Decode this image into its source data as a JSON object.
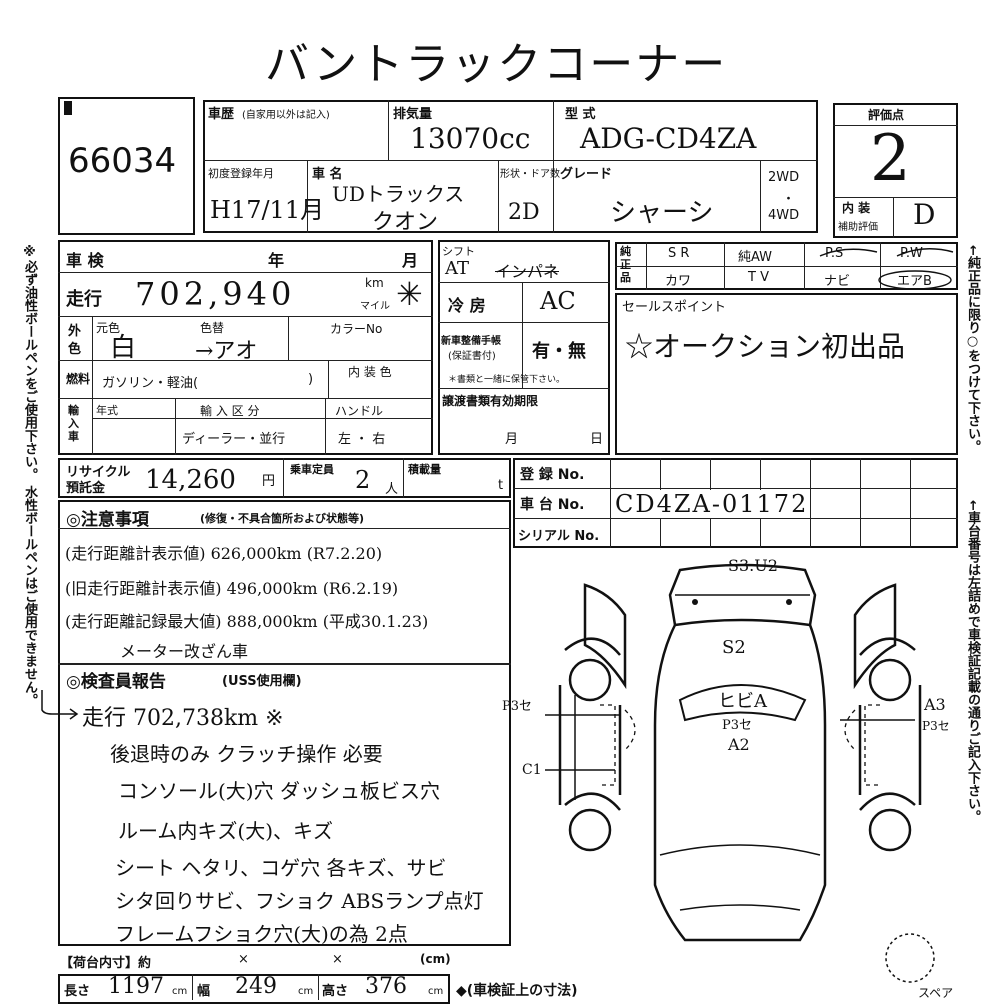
{
  "header": {
    "title": "バントラックコーナー",
    "lot_number": "66034"
  },
  "history": {
    "label": "車歴",
    "note": "(自家用以外は記入)"
  },
  "displacement": {
    "label": "排気量",
    "value": "13070cc"
  },
  "model_type": {
    "label": "型 式",
    "value": "ADG-CD4ZA"
  },
  "score": {
    "label": "評価点",
    "value": "2"
  },
  "first_reg": {
    "label": "初度登録年月",
    "value": "H17/11月"
  },
  "car_name": {
    "label": "車 名",
    "maker": "UDトラックス",
    "model": "クオン"
  },
  "doors": {
    "label": "形状・ドア数",
    "value": "2D"
  },
  "grade": {
    "label": "グレード",
    "value": "シャーシ"
  },
  "drive": {
    "opt1": "2WD",
    "sep": "・",
    "opt2": "4WD"
  },
  "interior": {
    "label": "内 装",
    "sublabel": "補助評価",
    "value": "D"
  },
  "inspection": {
    "label": "車 検",
    "year": "年",
    "month": "月"
  },
  "mileage": {
    "label": "走行",
    "value": "702,940",
    "unit_km": "km",
    "unit_mile": "マイル"
  },
  "shift": {
    "label": "シフト",
    "value": "AT",
    "struck": "インパネ"
  },
  "aircon": {
    "label": "冷 房",
    "value": "AC"
  },
  "manual": {
    "label1": "新車整備手帳",
    "label2": "(保証書付)",
    "value": "有・無",
    "note": "＊書類と一緒に保管下さい。"
  },
  "color": {
    "label1": "外",
    "label2": "色",
    "orig_label": "元色",
    "change_label": "色替",
    "orig": "白",
    "new": "→アオ",
    "code_label": "カラーNo"
  },
  "options": {
    "label": "純正品",
    "row1": [
      "S R",
      "純AW",
      "P.S",
      "P.W"
    ],
    "row2": [
      "カワ",
      "T V",
      "ナビ",
      "エアB"
    ]
  },
  "fuel": {
    "label": "燃料",
    "value": "ガソリン・軽油(",
    "close": ")",
    "interior_color": "内 装 色"
  },
  "sales": {
    "label": "セールスポイント",
    "value": "☆オークション初出品"
  },
  "import": {
    "label": "輸入車",
    "year": "年式",
    "type_label": "輸 入 区 分",
    "type_value": "ディーラー・並行",
    "handle_label": "ハンドル",
    "handle_value": "左 ・ 右"
  },
  "transfer": {
    "label": "譲渡書類有効期限",
    "month": "月",
    "day": "日"
  },
  "recycle": {
    "label1": "リサイクル",
    "label2": "預託金",
    "value": "14,260",
    "unit": "円"
  },
  "capacity": {
    "label": "乗車定員",
    "value": "2",
    "unit": "人"
  },
  "load": {
    "label": "積載量",
    "unit": "t"
  },
  "reg_no": {
    "label": "登 録 No."
  },
  "chassis": {
    "label": "車 台 No.",
    "value": "CD4ZA-01172"
  },
  "serial": {
    "label": "シリアル No."
  },
  "notes": {
    "title": "◎注意事項",
    "subtitle": "(修復・不具合箇所および状態等)",
    "lines": [
      "(走行距離計表示値) 626,000km (R7.2.20)",
      "(旧走行距離計表示値) 496,000km (R6.2.19)",
      "(走行距離記録最大値) 888,000km (平成30.1.23)",
      "メーター改ざん車"
    ]
  },
  "report": {
    "title": "◎検査員報告",
    "subtitle": "(USS使用欄)",
    "lines": [
      "走行 702,738km ※",
      "後退時のみ クラッチ操作 必要",
      "コンソール(大)穴  ダッシュ板ビス穴",
      "ルーム内キズ(大)、キズ",
      "シート ヘタリ、コゲ穴  各キズ、サビ",
      "シタ回りサビ、フショク  ABSランプ点灯",
      "フレームフショク穴(大)の為 2点"
    ]
  },
  "diagram": {
    "marks": [
      {
        "text": "S3.U2"
      },
      {
        "text": "S2"
      },
      {
        "text": "ヒビA"
      },
      {
        "text": "P3セ"
      },
      {
        "text": "A2"
      },
      {
        "text": "P3セ"
      },
      {
        "text": "A3"
      },
      {
        "text": "P3セ"
      },
      {
        "text": "C1"
      }
    ],
    "spare": "スペア"
  },
  "cargo": {
    "label": "【荷台内寸】約",
    "x1": "×",
    "x2": "×",
    "unit": "(cm)"
  },
  "dims": {
    "length_label": "長さ",
    "length": "1197",
    "width_label": "幅",
    "width": "249",
    "height_label": "高さ",
    "height": "376",
    "unit": "cm",
    "note": "◆(車検証上の寸法)"
  },
  "side_left": "※必ず油性ボールペンをご使用下さい。 水性ボールペンはご使用できません。",
  "side_right_1": "←純正品に限り○をつけて下さい。",
  "side_right_2": "←車台番号は左詰めで車検証記載の通りご記入下さい。",
  "colors": {
    "ink": "#111111",
    "pen": "#1a1a1a"
  }
}
